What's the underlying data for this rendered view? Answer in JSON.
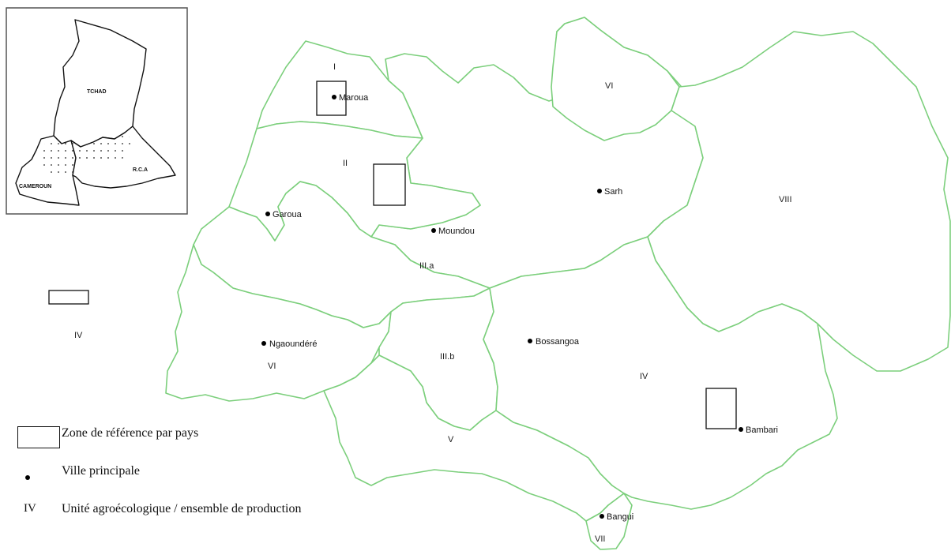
{
  "inset": {
    "labels": [
      "TCHAD",
      "R.C.A",
      "CAMEROUN"
    ]
  },
  "cities": [
    "Maroua",
    "Sarh",
    "Garoua",
    "Moundou",
    "Ngaoundéré",
    "Bossangoa",
    "Bambari",
    "Bangui"
  ],
  "units": [
    "I",
    "II",
    "III.a",
    "III.b",
    "IV",
    "IV",
    "V",
    "VI",
    "VI",
    "VII",
    "VIII"
  ],
  "legend": {
    "items": [
      {
        "symbol": "box",
        "label": "Zone de référence par pays"
      },
      {
        "symbol": "dot",
        "label": "Ville principale"
      },
      {
        "symbol": "IV",
        "label": "Unité agroécologique / ensemble de production"
      }
    ]
  },
  "colors": {
    "boundary": "#7ccf7c",
    "reference_box": "#111111",
    "city": "#000000",
    "background": "#ffffff"
  }
}
